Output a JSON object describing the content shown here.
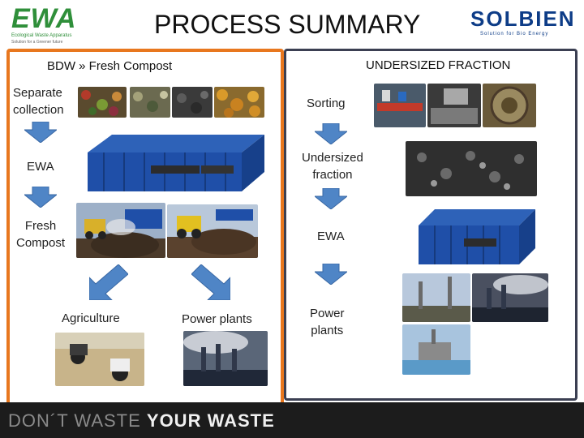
{
  "header": {
    "title": "PROCESS SUMMARY",
    "left_logo": {
      "word": "EWA",
      "tagline": "Ecological Waste Apparatus",
      "subtagline": "Solution for a Greener future"
    },
    "right_logo": {
      "word": "SOLBIEN",
      "tagline": "Solution for Bio Energy"
    }
  },
  "left_panel": {
    "heading": "BDW » Fresh Compost",
    "steps": {
      "separate_collection": "Separate\ncollection",
      "ewa": "EWA",
      "fresh_compost": "Fresh\nCompost",
      "agriculture": "Agriculture",
      "power_plants": "Power plants"
    }
  },
  "right_panel": {
    "heading": "UNDERSIZED FRACTION",
    "steps": {
      "sorting": "Sorting",
      "undersized_fraction": "Undersized\nfraction",
      "ewa": "EWA",
      "power_plants": "Power\nplants"
    }
  },
  "footer": {
    "part1": "DON´T WASTE ",
    "part2": "YOUR WASTE"
  },
  "colors": {
    "left_border": "#e8771e",
    "right_border": "#3b3f52",
    "arrow_fill": "#4f85c6",
    "title_blue": "#0d3c87",
    "ewa_green": "#2f8f3a"
  }
}
